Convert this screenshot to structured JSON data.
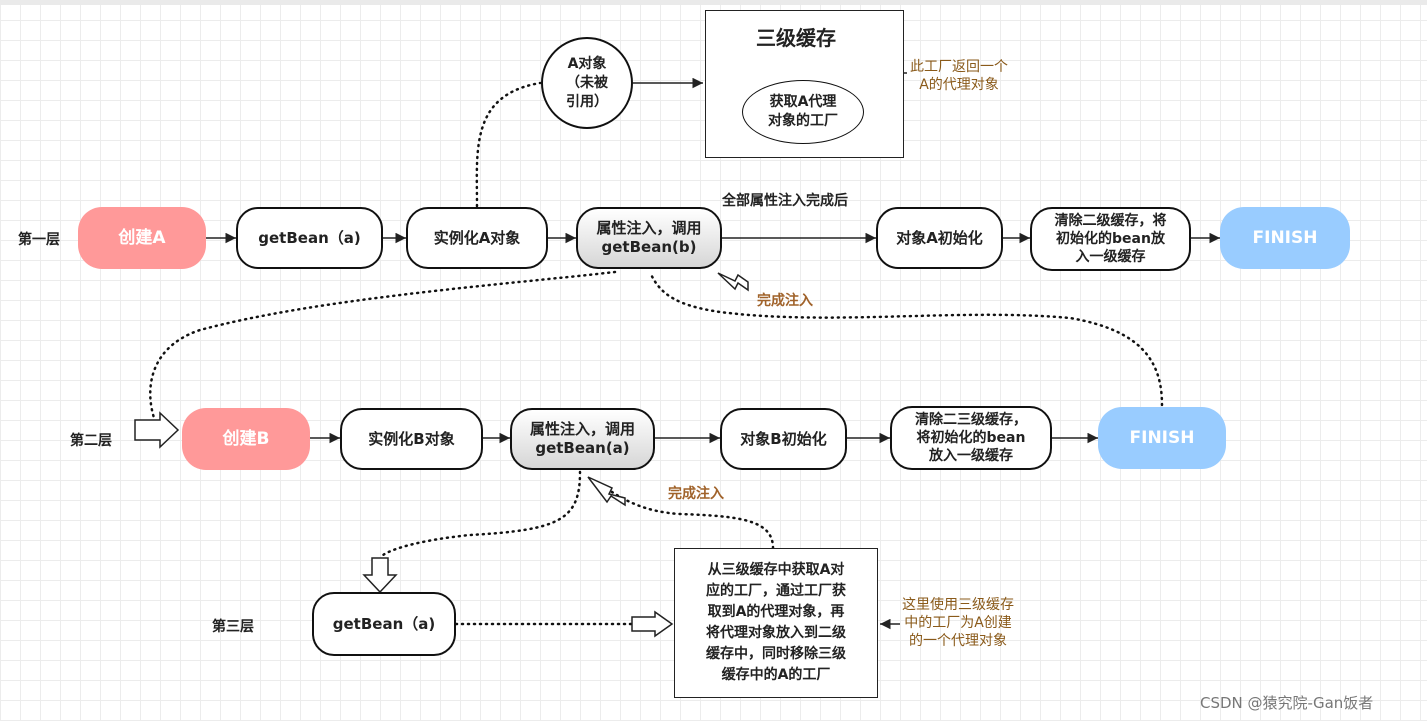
{
  "levels": {
    "first": "第一层",
    "second": "第二层",
    "third": "第三层"
  },
  "top": {
    "cache_title": "三级缓存",
    "factory": "获取A代理\n对象的工厂",
    "a_object": "A对象\n（未被\n引用）",
    "factory_note": "此工厂返回一个\nA的代理对象"
  },
  "row1": {
    "create": "创建A",
    "getbean": "getBean（a)",
    "instantiate": "实例化A对象",
    "inject": "属性注入，调用\ngetBean(b)",
    "after_inject": "全部属性注入完成后",
    "init": "对象A初始化",
    "clear": "清除二级缓存，将\n初始化的bean放\n入一级缓存",
    "finish": "FINISH",
    "done": "完成注入"
  },
  "row2": {
    "create": "创建B",
    "instantiate": "实例化B对象",
    "inject": "属性注入，调用\ngetBean(a)",
    "init": "对象B初始化",
    "clear": "清除二三级缓存，\n将初始化的bean\n放入一级缓存",
    "finish": "FINISH",
    "done": "完成注入"
  },
  "row3": {
    "getbean": "getBean（a)",
    "process": "从三级缓存中获取A对\n应的工厂，通过工厂获\n取到A的代理对象，再\n将代理对象放入到二级\n缓存中，同时移除三级\n缓存中的A的工厂",
    "note": "这里使用三级缓存\n中的工厂为A创建\n的一个代理对象"
  },
  "watermark": "CSDN @猿究院-Gan饭者",
  "colors": {
    "start": "#ff9999",
    "finish": "#99ccff",
    "note": "#8a5a1a",
    "done_label": "#a0622a"
  }
}
